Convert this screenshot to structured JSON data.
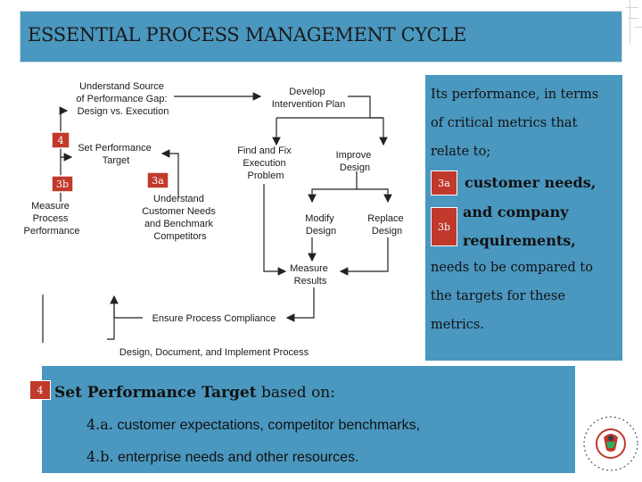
{
  "title": "ESSENTIAL PROCESS MANAGEMENT CYCLE",
  "diagram": {
    "understand_source": [
      "Understand Source",
      "of Performance Gap:",
      "Design vs. Execution"
    ],
    "develop_plan": [
      "Develop",
      "Intervention Plan"
    ],
    "set_target": [
      "Set Performance",
      "Target"
    ],
    "find_fix": [
      "Find and Fix",
      "Execution",
      "Problem"
    ],
    "improve_design": [
      "Improve",
      "Design"
    ],
    "measure_process": [
      "Measure",
      "Process",
      "Performance"
    ],
    "understand_customer": [
      "Understand",
      "Customer Needs",
      "and Benchmark",
      "Competitors"
    ],
    "modify_design": [
      "Modify",
      "Design"
    ],
    "replace_design": [
      "Replace",
      "Design"
    ],
    "measure_results": [
      "Measure",
      "Results"
    ],
    "ensure_compliance": "Ensure Process Compliance",
    "design_document": "Design, Document, and Implement Process",
    "badges": {
      "four": "4",
      "three_b": "3b",
      "three_a": "3a"
    }
  },
  "right_panel": {
    "line1": "Its performance, in terms",
    "line2": "of critical metrics that",
    "line3": "relate to;",
    "badge_3a": "3a",
    "customer_needs": "customer needs,",
    "badge_3b": "3b",
    "and_company": "and company",
    "requirements": "requirements,",
    "line7": "needs to be compared to",
    "line8": "the targets for these",
    "line9": "metrics."
  },
  "bottom_panel": {
    "badge": "4",
    "heading_bold": "Set Performance Target",
    "heading_rest": " based on:",
    "item_a_num": "4.a.",
    "item_a_text": " customer expectations, competitor benchmarks,",
    "item_b_num": "4.b.",
    "item_b_text": " enterprise needs and other resources."
  },
  "colors": {
    "panel": "#4a97bf",
    "badge": "#c0392b",
    "arrow": "#222222"
  }
}
